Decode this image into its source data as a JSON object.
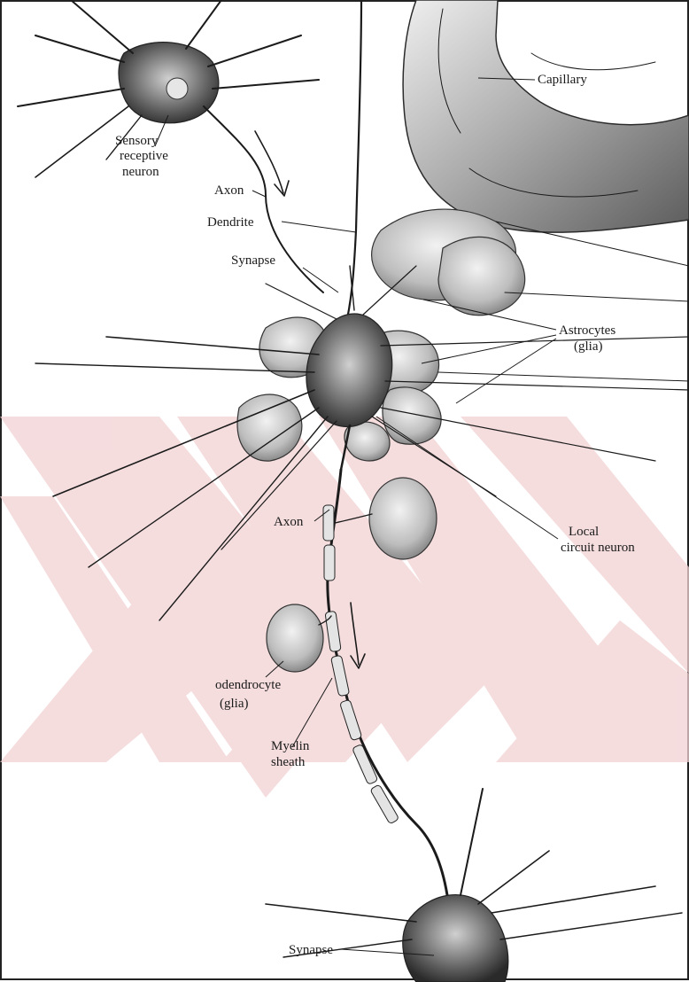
{
  "labels": {
    "capillary": "Capillary",
    "sensory_1": "Sensory",
    "sensory_2": "receptive",
    "sensory_3": "neuron",
    "axon_top": "Axon",
    "dendrite": "Dendrite",
    "synapse_top": "Synapse",
    "astrocytes_1": "Astrocytes",
    "astrocytes_2": "(glia)",
    "axon_mid": "Axon",
    "local_1": "Local",
    "local_2": "circuit neuron",
    "oligo_1": "odendrocyte",
    "oligo_2": "(glia)",
    "myelin_1": "Myelin",
    "myelin_2": "sheath",
    "synapse_bottom": "Synapse"
  },
  "colors": {
    "ink": "#1b1b1b",
    "watermark": "#f2d2d4",
    "cell_fill": "#d9d9d9",
    "capillary_fill": "#cfcfcf"
  }
}
